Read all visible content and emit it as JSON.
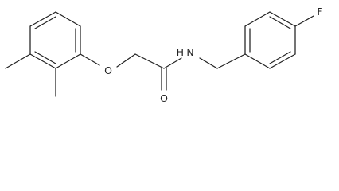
{
  "atoms": {
    "oxygen_ether": "O",
    "oxygen_carbonyl": "O",
    "nitrogen_amide": "N",
    "hydrogen_amide": "H",
    "fluorine": "F"
  },
  "colors": {
    "bond": "#222222",
    "label": "#222222",
    "background": "#ffffff"
  }
}
